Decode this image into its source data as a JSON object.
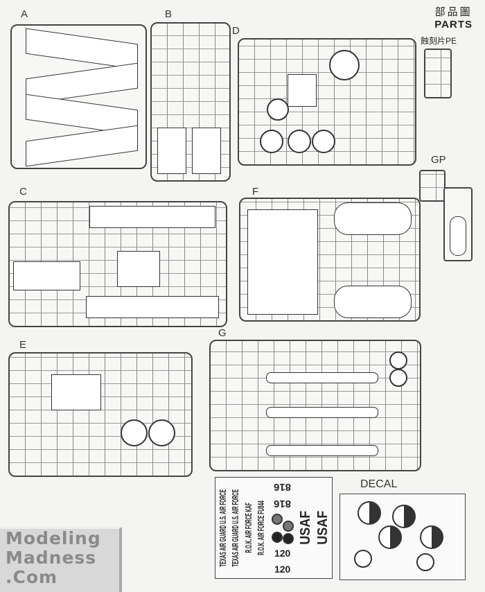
{
  "header": {
    "title_cn": "部品圖",
    "title_en": "PARTS",
    "pe_label": "蝕刻片PE"
  },
  "sprues": [
    {
      "id": "A"
    },
    {
      "id": "B"
    },
    {
      "id": "D"
    },
    {
      "id": "GP"
    },
    {
      "id": "C"
    },
    {
      "id": "F"
    },
    {
      "id": "E"
    },
    {
      "id": "G"
    }
  ],
  "decal": {
    "label": "DECAL",
    "texts": [
      "TEXAS AIR GUARD U.S. AIR FORCE",
      "TEXAS AIR GUARD U.S. AIR FORCE",
      "R.O.K. AIR FORCE KAF",
      "R.O.K. AIR FORCE FU844",
      "USAF",
      "USAF",
      "816",
      "816",
      "120",
      "120"
    ]
  },
  "watermark": {
    "line1": "Modeling",
    "line2": "Madness",
    "line3": ".Com"
  }
}
